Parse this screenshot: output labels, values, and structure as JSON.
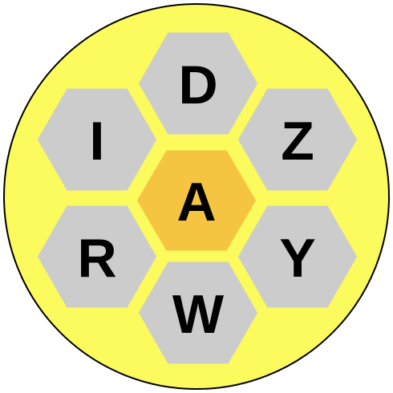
{
  "puzzle": {
    "center_letter": "A",
    "outer_letters": [
      "D",
      "Z",
      "Y",
      "W",
      "R",
      "I"
    ]
  },
  "colors": {
    "background_circle": "#fbfb5e",
    "circle_outline": "#000000",
    "outer_hex_fill": "#cccccc",
    "center_hex_fill": "#f5c542",
    "letter_color": "#000000"
  }
}
